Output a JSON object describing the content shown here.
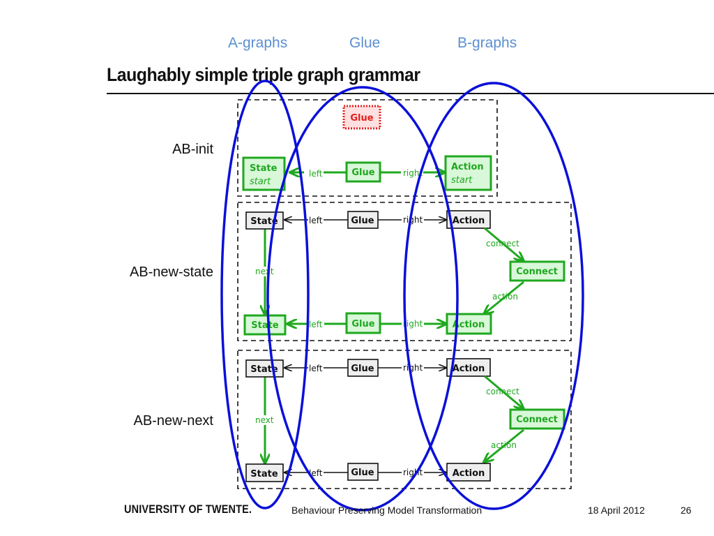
{
  "column_headers": {
    "a": "A-graphs",
    "glue": "Glue",
    "b": "B-graphs"
  },
  "title": "Laughably simple triple graph grammar",
  "rules": [
    {
      "name": "AB-init"
    },
    {
      "name": "AB-new-state"
    },
    {
      "name": "AB-new-next"
    }
  ],
  "nodes": {
    "glue": "Glue",
    "state": "State",
    "action": "Action",
    "connect": "Connect",
    "start": "start"
  },
  "edges": {
    "left": "left",
    "right": "right",
    "next": "next",
    "connect": "connect",
    "action": "action"
  },
  "colors": {
    "green": "#1fa81f",
    "green_fill": "#d9f7d9",
    "red": "#e02020",
    "blue_ellipse": "#0a10d8",
    "header_blue": "#5b8fd0"
  },
  "footer": {
    "university": "UNIVERSITY OF TWENTE.",
    "course": "Behaviour Preserving Model Transformation",
    "date": "18 April 2012",
    "page": "26"
  }
}
